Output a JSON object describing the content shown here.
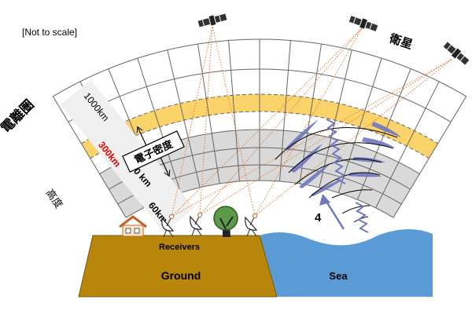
{
  "note": "[Not to scale]",
  "ionosphere_label": "電離圏",
  "satellite_label": "衛星",
  "electron_density_label": "電子密度",
  "altitude_label": "高度",
  "altitudes": {
    "a1000": "1000km",
    "a300": "300km",
    "a200": "200 km",
    "a60": "60km"
  },
  "receivers_label": "Receivers",
  "ground_label": "Ground",
  "sea_label": "Sea",
  "wave_number": "4",
  "colors": {
    "ground": "#b8860b",
    "sea": "#5b9bd5",
    "band": "#fad46a",
    "ray": "#e07b39",
    "wave": "#7078c0",
    "highlight": "#e00000"
  }
}
